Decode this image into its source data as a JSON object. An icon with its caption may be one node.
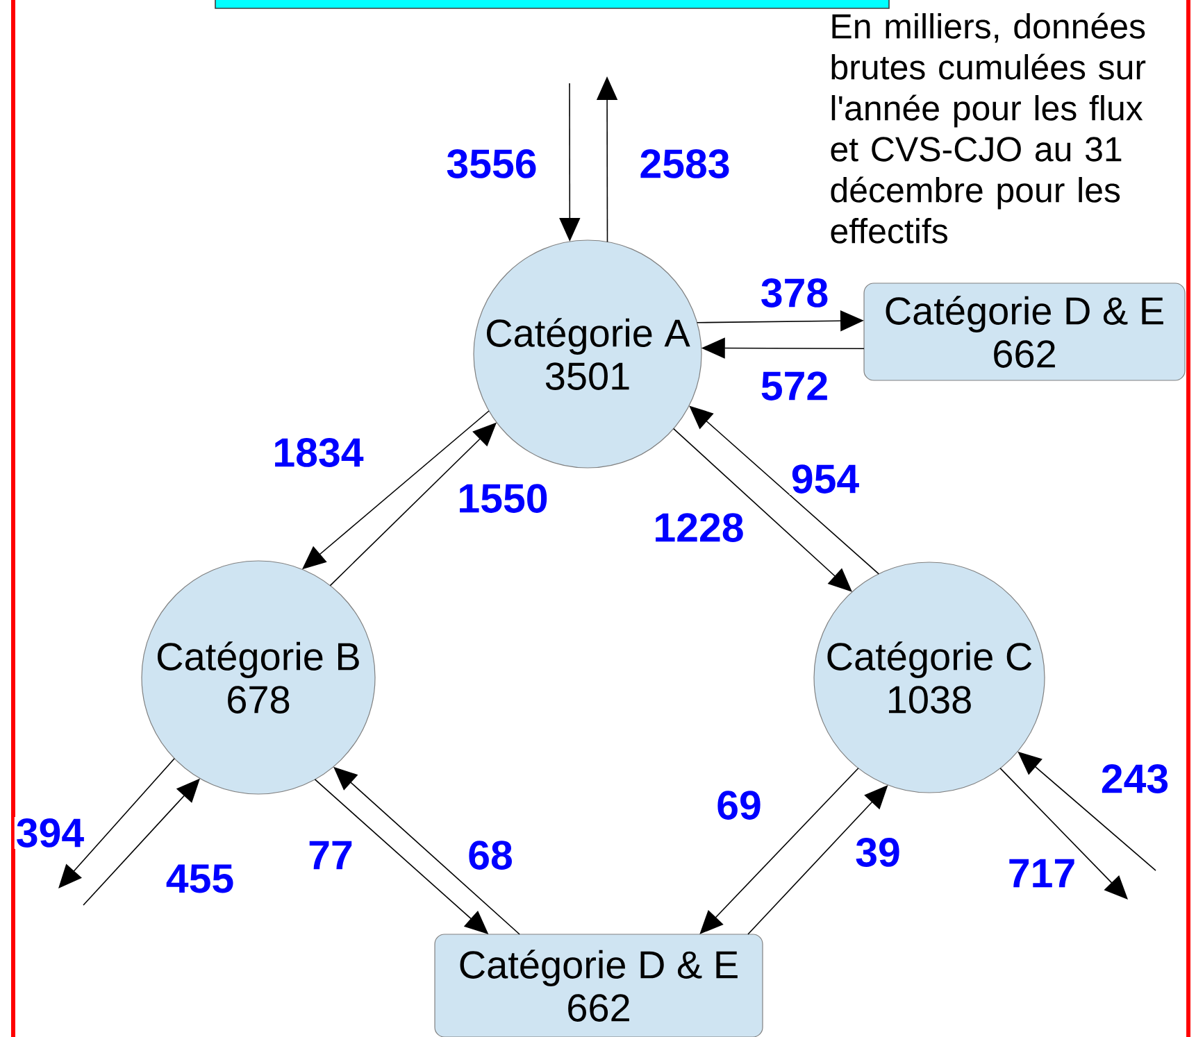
{
  "diagram": {
    "nodes": [
      {
        "text": [
          "Catégorie A",
          "3501"
        ]
      },
      {
        "text": [
          "Catégorie D & E",
          "662"
        ]
      },
      {
        "text": [
          "Catégorie B",
          "678"
        ]
      },
      {
        "text": [
          "Catégorie C",
          "1038"
        ]
      },
      {
        "text": [
          "Catégorie D & E",
          "662"
        ]
      }
    ],
    "edges": [
      {
        "from": null,
        "to": 0,
        "arrow": "to",
        "label": "3556"
      },
      {
        "from": 0,
        "to": null,
        "arrow": "to",
        "label": "2583"
      },
      {
        "from": 0,
        "to": 1,
        "arrow": "to",
        "label": "378"
      },
      {
        "from": 1,
        "to": 0,
        "arrow": "to",
        "label": "572"
      },
      {
        "from": 0,
        "to": 2,
        "arrow": "to",
        "label": "1834"
      },
      {
        "from": 2,
        "to": 0,
        "arrow": "to",
        "label": "1550"
      },
      {
        "from": 0,
        "to": 3,
        "arrow": "to",
        "label": "1228"
      },
      {
        "from": 3,
        "to": 0,
        "arrow": "to",
        "label": "954"
      },
      {
        "from": 2,
        "to": null,
        "arrow": "to",
        "label": "394"
      },
      {
        "from": null,
        "to": 2,
        "arrow": "to",
        "label": "455"
      },
      {
        "from": 2,
        "to": 4,
        "arrow": "to",
        "label": "77"
      },
      {
        "from": 4,
        "to": 2,
        "arrow": "to",
        "label": "68"
      },
      {
        "from": 3,
        "to": 4,
        "arrow": "to",
        "label": "69"
      },
      {
        "from": 4,
        "to": 3,
        "arrow": "to",
        "label": "39"
      },
      {
        "from": 3,
        "to": null,
        "arrow": "to",
        "label": "717"
      },
      {
        "from": null,
        "to": 3,
        "arrow": "to",
        "label": "243"
      }
    ],
    "labels": [
      "En milliers, données brutes cumulées sur l'année pour les flux et CVS-CJO au 31 décembre pour les effectifs"
    ]
  }
}
